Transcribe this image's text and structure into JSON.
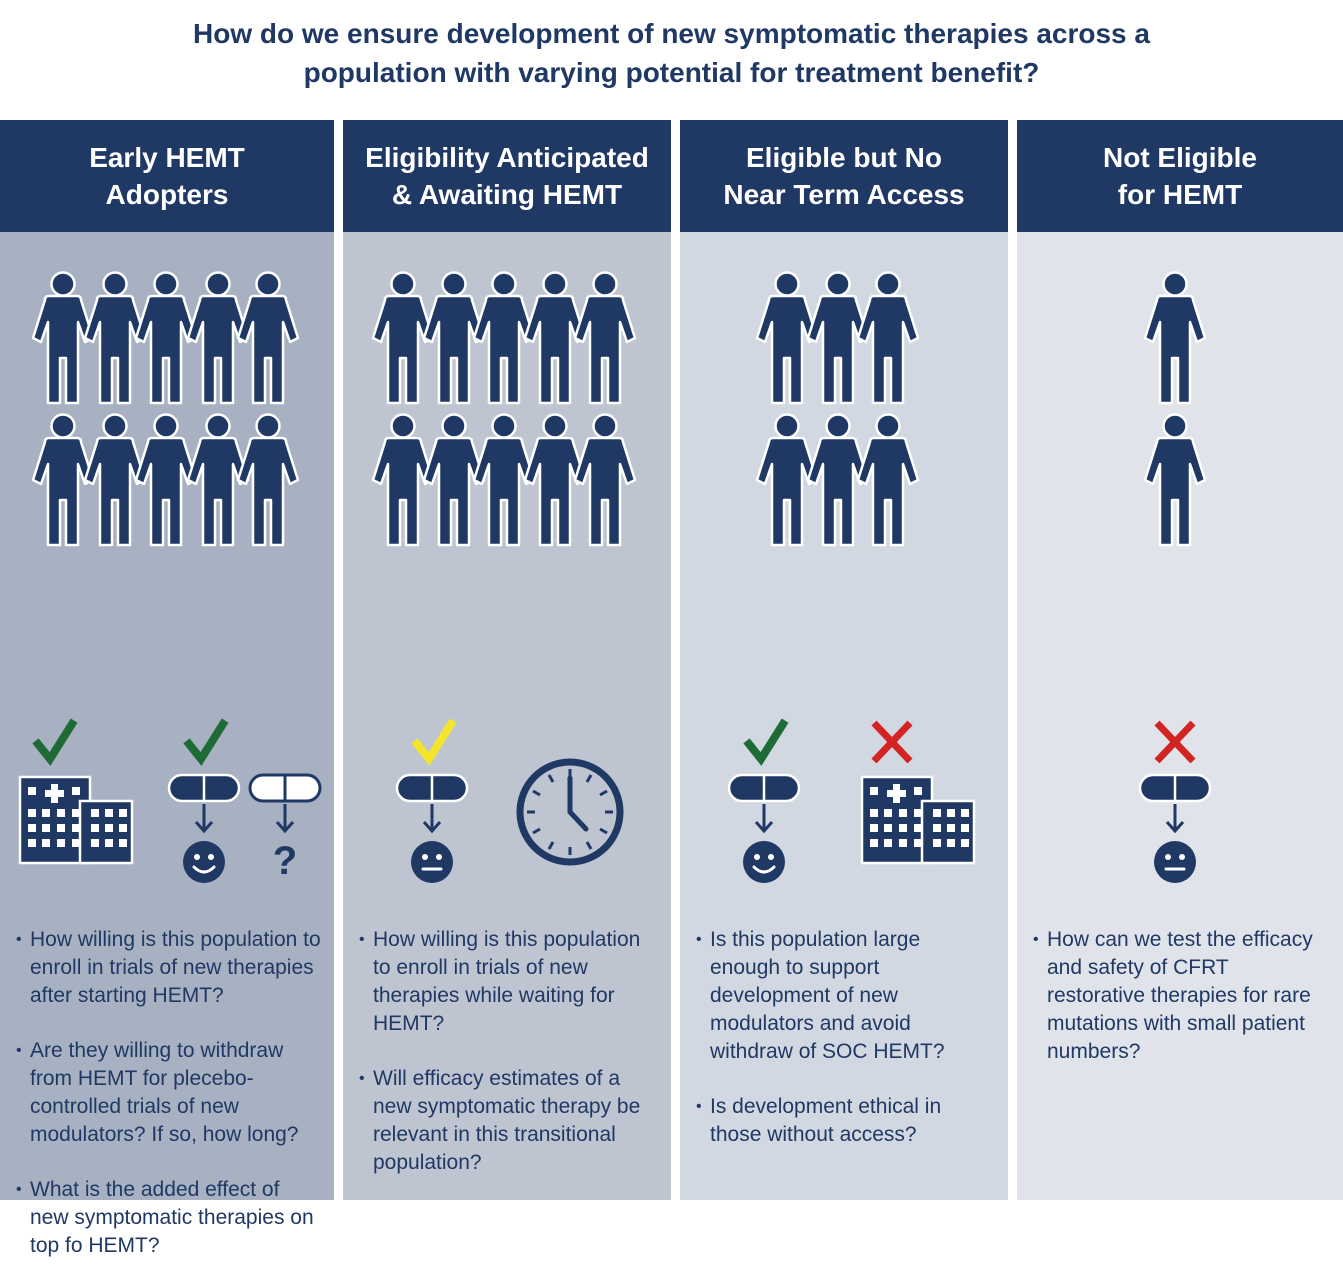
{
  "title": {
    "line1": "How do we ensure development of new symptomatic therapies across a",
    "line2": "population with varying potential for treatment benefit?"
  },
  "colors": {
    "navy": "#1f3864",
    "check_green": "#1e6b36",
    "check_yellow": "#f2e52c",
    "cross_red": "#d32424",
    "col1_bg": "#a7b1c2",
    "col2_bg": "#bec5d1",
    "col3_bg": "#d2d8e1",
    "col4_bg": "#e0e4ea"
  },
  "columns": [
    {
      "heading": [
        "Early HEMT",
        "Adopters"
      ],
      "people_per_row": 5,
      "icons": [
        "check-icon",
        "hospital-icon",
        "check-icon",
        "pill-icon",
        "smiley-icon",
        "pill-icon",
        "question-mark-icon"
      ],
      "question_mark": "?",
      "questions": [
        "How willing is this population to enroll in trials of new therapies after starting HEMT?",
        "Are they willing to withdraw from HEMT for plecebo-controlled trials of new modulators? If so, how long?",
        "What is the added effect of new symptomatic therapies on top fo HEMT?"
      ]
    },
    {
      "heading": [
        "Eligibility Anticipated",
        "& Awaiting HEMT"
      ],
      "people_per_row": 5,
      "icons": [
        "check-icon",
        "pill-icon",
        "neutral-face-icon",
        "clock-icon"
      ],
      "questions": [
        "How willing is this population to enroll in trials of new therapies while waiting for HEMT?",
        "Will efficacy estimates of a new symptomatic therapy be relevant in this transitional population?"
      ]
    },
    {
      "heading": [
        "Eligible but No",
        "Near Term Access"
      ],
      "people_per_row": 3,
      "icons": [
        "check-icon",
        "pill-icon",
        "smiley-icon",
        "cross-icon",
        "hospital-icon"
      ],
      "questions": [
        "Is this population large enough to support development of new modulators and avoid withdraw of SOC HEMT?",
        "Is development ethical in those without access?"
      ]
    },
    {
      "heading": [
        "Not Eligible",
        "for HEMT"
      ],
      "people_per_row": 1,
      "icons": [
        "cross-icon",
        "pill-icon",
        "neutral-face-icon"
      ],
      "questions": [
        "How can we test the efficacy and safety of CFRT restorative therapies for rare mutations with small patient numbers?"
      ]
    }
  ]
}
